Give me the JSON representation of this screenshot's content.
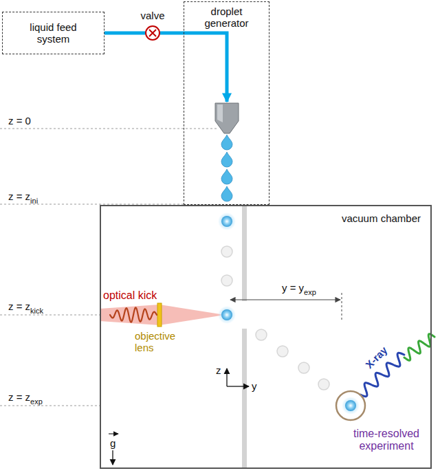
{
  "diagram": {
    "nodes": [
      {
        "text": [
          "liquid feed system"
        ]
      },
      {
        "text": [
          "valve"
        ]
      },
      {
        "text": [
          "droplet generator"
        ]
      },
      {
        "text": [
          "vacuum chamber"
        ]
      }
    ],
    "edges": [
      {
        "from": 0,
        "to": 1,
        "arrow": "none"
      },
      {
        "from": 1,
        "to": 2,
        "arrow": "to"
      }
    ],
    "labels": [
      "z = 0",
      "z = z",
      "ini",
      "z = z",
      "kick",
      "z = z",
      "exp",
      "optical kick",
      "objective lens",
      "y = y",
      "exp",
      "X-ray",
      "time-resolved experiment",
      "z",
      "y",
      "g"
    ]
  }
}
